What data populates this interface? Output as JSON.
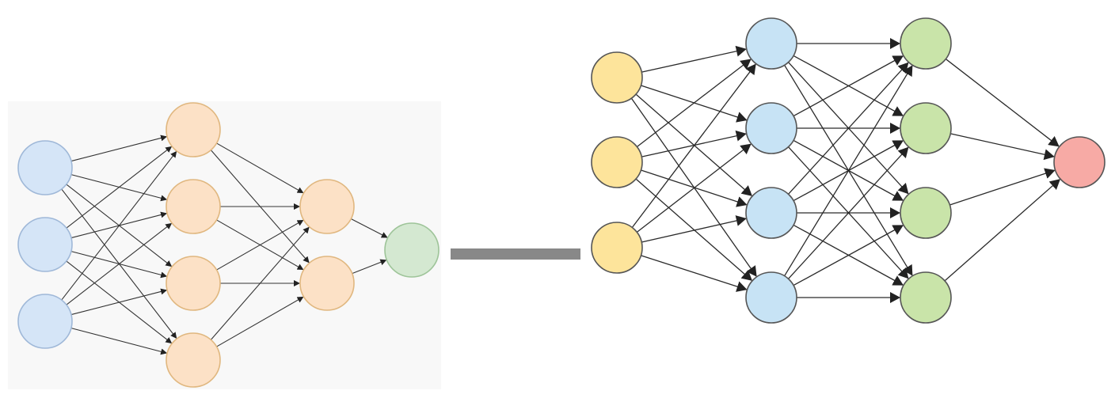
{
  "left_network": {
    "background": "#f8f8f8",
    "edge_color": "#333333",
    "layers": [
      {
        "name": "input",
        "size": 3,
        "fill": "#d5e5f7",
        "stroke": "#9fb8d8"
      },
      {
        "name": "hidden-1",
        "size": 4,
        "fill": "#fce1c6",
        "stroke": "#e0b77f"
      },
      {
        "name": "hidden-2",
        "size": 2,
        "fill": "#fce1c6",
        "stroke": "#e0b77f"
      },
      {
        "name": "output",
        "size": 1,
        "fill": "#d4e8d1",
        "stroke": "#9ec499"
      }
    ]
  },
  "arrow_bar": {
    "color": "#888888"
  },
  "right_network": {
    "edge_color": "#2a2a2a",
    "layers": [
      {
        "name": "input",
        "size": 3,
        "fill": "#fde49b",
        "stroke": "#555555"
      },
      {
        "name": "hidden-1",
        "size": 4,
        "fill": "#c7e3f5",
        "stroke": "#555555"
      },
      {
        "name": "hidden-2",
        "size": 4,
        "fill": "#c9e4a9",
        "stroke": "#555555"
      },
      {
        "name": "output",
        "size": 1,
        "fill": "#f7aaa5",
        "stroke": "#555555"
      }
    ]
  }
}
